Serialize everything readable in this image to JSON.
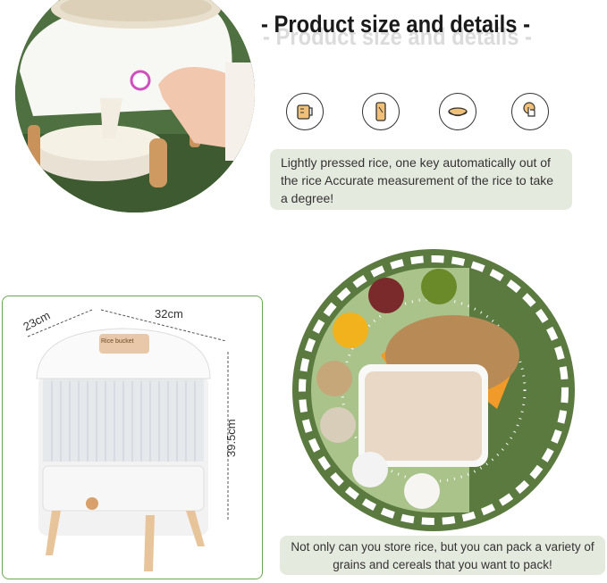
{
  "title": "- Product size and details -",
  "icons": [
    "measuring-cup-icon",
    "rice-box-icon",
    "bowl-icon",
    "press-button-icon"
  ],
  "caption_top": "Lightly pressed rice, one key automatically out of the rice Accurate measurement of the rice to take a degree!",
  "caption_bottom": "Not only can you store rice, but you can pack a variety of grains and cereals that you want to pack!",
  "dimensions": {
    "depth": "23cm",
    "width": "32cm",
    "height": "39.5cm"
  },
  "lid_label": "Rice bucket",
  "colors": {
    "green_dark": "#5a7a3f",
    "green_light": "#a9c38a",
    "caption_bg": "#e5eadf",
    "copper": "#c8925a",
    "card_border": "#6aa84f"
  }
}
